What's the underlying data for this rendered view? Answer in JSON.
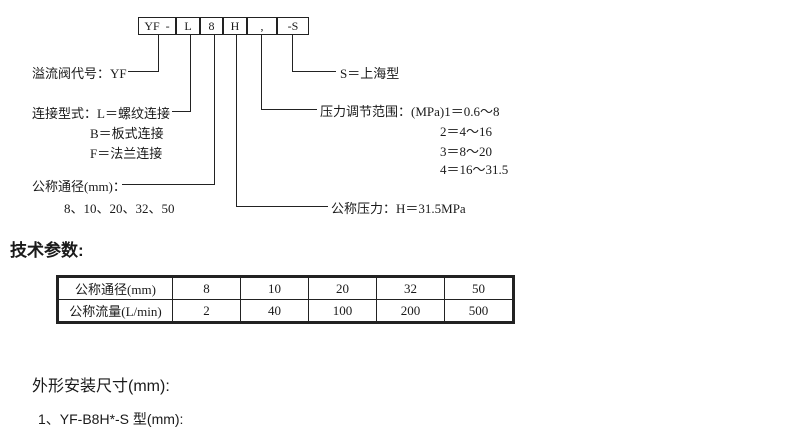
{
  "model_code": {
    "segments": [
      "YF",
      "-",
      "L",
      "8",
      "H",
      ",",
      "-S"
    ]
  },
  "legend": {
    "valve_code": "溢流阀代号：YF",
    "connection_type": {
      "label": "连接型式：L＝螺纹连接",
      "b": "B＝板式连接",
      "f": "F＝法兰连接"
    },
    "nominal_diameter": {
      "label": "公称通径(mm)：",
      "values": "8、10、20、32、50"
    },
    "nominal_pressure": "公称压力：H＝31.5MPa",
    "shanghai_type": "S＝上海型",
    "pressure_range": {
      "label": "压力调节范围：(MPa)1＝0.6～8",
      "r2": "2＝4～16",
      "r3": "3＝8～20",
      "r4": "4＝16～31.5"
    }
  },
  "tech_params": {
    "heading": "技术参数:",
    "rows": [
      {
        "label": "公称通径(mm)",
        "values": [
          "8",
          "10",
          "20",
          "32",
          "50"
        ]
      },
      {
        "label": "公称流量(L/min)",
        "values": [
          "2",
          "40",
          "100",
          "200",
          "500"
        ]
      }
    ]
  },
  "dimensions": {
    "heading": "外形安装尺寸(mm):",
    "item1": "1、YF-B8H*-S 型(mm):"
  }
}
